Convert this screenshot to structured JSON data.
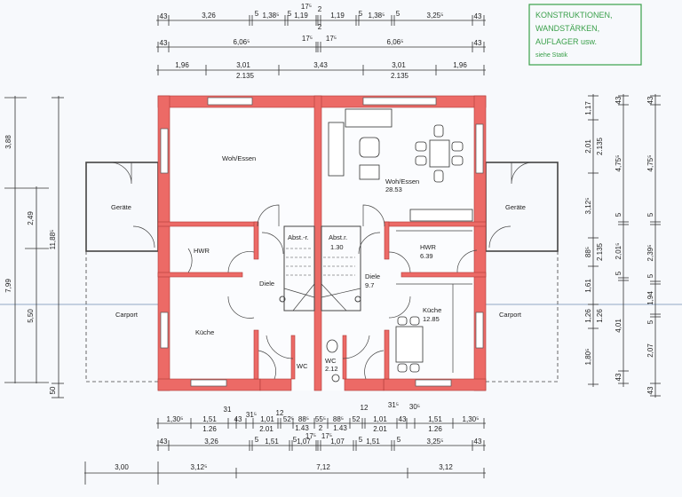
{
  "stamp": {
    "lines": [
      "KONSTRUKTIONEN,",
      "WANDSTÄRKEN,",
      "AUFLAGER usw.",
      "siehe Statik"
    ],
    "color": "#3aa04a"
  },
  "colors": {
    "wall": "#ec6a66",
    "lines": "#333333",
    "paper": "#f7f9fc"
  },
  "rooms": {
    "left": {
      "living": "Woh/Essen",
      "utility": "HWR",
      "hall": "Diele",
      "kitchen": "Küche",
      "wc": "WC",
      "shed": "Geräte",
      "carport": "Carport",
      "storage": "Abst.-r."
    },
    "right": {
      "living": "Woh/Essen",
      "living_area": "28.53",
      "utility": "HWR",
      "utility_area": "6.39",
      "hall": "Diele",
      "hall_area": "9.7",
      "kitchen": "Küche",
      "kitchen_area": "12.85",
      "wc": "WC",
      "wc_area": "2.12",
      "shed": "Geräte",
      "carport": "Carport",
      "storage": "Abst.r.",
      "storage_area": "1.30"
    }
  },
  "dimensions": {
    "top": {
      "center_top": "17⁵",
      "center_top_2": "2",
      "row1": [
        "43",
        "3,26",
        "5",
        "1,38⁵",
        "5",
        "1,19",
        "1,19",
        "5",
        "1,38⁵",
        "5",
        "3,25⁵",
        "43"
      ],
      "row1_center": "2",
      "row2": [
        "43",
        "6,06⁵",
        "17⁵",
        "17⁵",
        "6,06⁵",
        "43"
      ],
      "row3": [
        "1,96",
        "3,01",
        "2.135",
        "3,43",
        "3,01",
        "2.135",
        "1,96"
      ]
    },
    "bottom": {
      "row1_above": [
        "31",
        "12",
        "31⁵",
        "30⁵"
      ],
      "row1": [
        "1,30⁵",
        "1,51",
        "43",
        "31⁵",
        "1,01",
        "12",
        "52⁵",
        "88⁵",
        "55⁵",
        "88⁵",
        "52",
        "1,01",
        "43",
        "1,51",
        "1,30⁵"
      ],
      "row1_below": [
        "1.26",
        "2.01",
        "1.43",
        "2",
        "1.43",
        "2.01",
        "1.26"
      ],
      "row2": [
        "43",
        "3,26",
        "5",
        "1,51",
        "5",
        "1,07",
        "17⁵",
        "17⁵",
        "1,07",
        "5",
        "1,51",
        "5",
        "3,25⁵",
        "43"
      ],
      "row3": [
        "3,00",
        "3,12⁵",
        "7,12",
        "3,12"
      ]
    },
    "left": {
      "col1": [
        "3,88",
        "7,99"
      ],
      "col2": [
        "2,49",
        "5,50"
      ],
      "col3": [
        "11,88⁵",
        "50"
      ]
    },
    "right": {
      "col1": [
        "1,17",
        "2,01",
        "2.135",
        "3,12⁵",
        "88⁵",
        "2.135",
        "1,61",
        "1,26",
        "1.26",
        "1,80⁵"
      ],
      "col2": [
        "43",
        "4,75⁵",
        "5",
        "2,01⁵",
        "5",
        "4,01",
        "43"
      ],
      "col3": [
        "43",
        "4,75⁵",
        "5",
        "2,39⁵",
        "5",
        "1,94",
        "5",
        "2,07",
        "43"
      ]
    }
  }
}
